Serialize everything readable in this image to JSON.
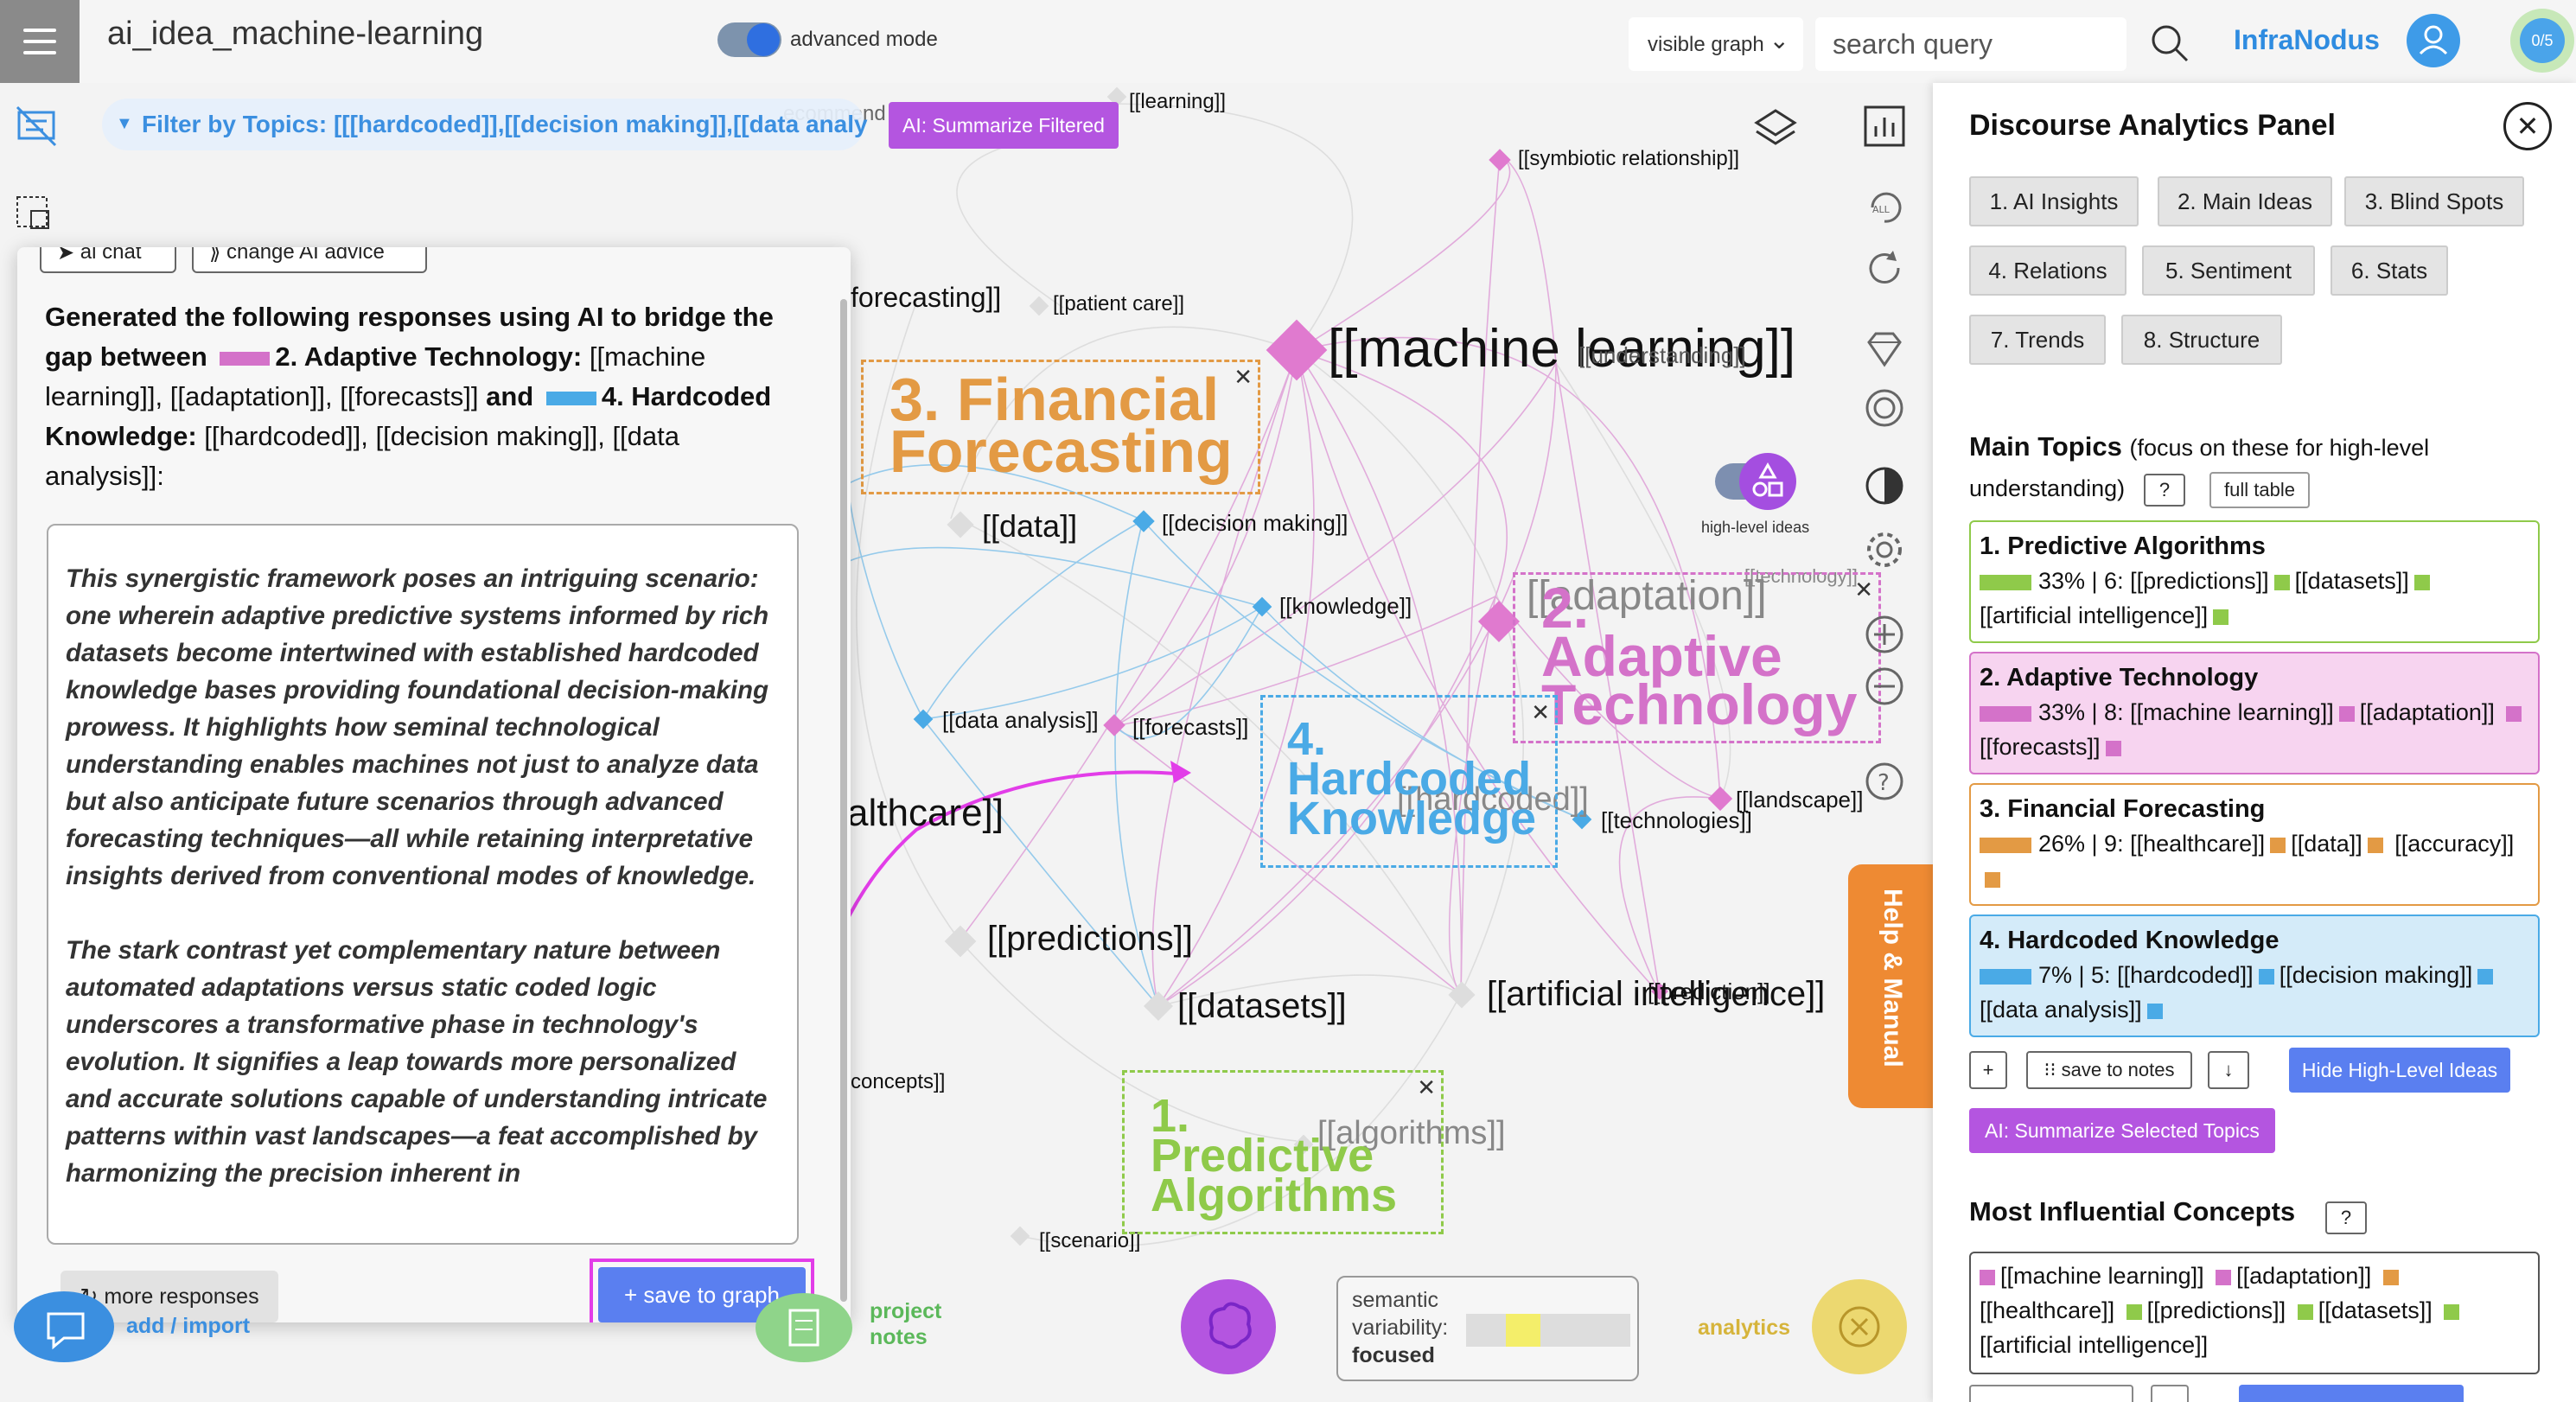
{
  "app": {
    "title": "ai_idea_machine-learning",
    "advanced_mode_label": "advanced mode",
    "graph_select": "visible graph",
    "search_placeholder": "search query",
    "brand": "InfraNodus",
    "counter": "0/5"
  },
  "filter": {
    "text": "Filter by Topics: [[[hardcoded]],[[decision making]],[[data analy",
    "ai_summarize_filtered": "AI: Summarize Filtered"
  },
  "graph": {
    "nodes": [
      {
        "label": "[[learning]]",
        "size": "sm"
      },
      {
        "label": "[[symbiotic relationship]]",
        "size": "sm"
      },
      {
        "label": "[[machine learning]]",
        "size": "xl"
      },
      {
        "label": "[[understanding]]",
        "size": "sm"
      },
      {
        "label": "[[patient care]]",
        "size": "sm"
      },
      {
        "label": "forecasting]]",
        "size": "md"
      },
      {
        "label": "[[data]]",
        "size": "md"
      },
      {
        "label": "[[decision making]]",
        "size": "sm"
      },
      {
        "label": "[[knowledge]]",
        "size": "sm"
      },
      {
        "label": "[[adaptation]]",
        "size": "lg"
      },
      {
        "label": "[[technology]]",
        "size": "xs"
      },
      {
        "label": "[[data analysis]]",
        "size": "sm"
      },
      {
        "label": "[[forecasts]]",
        "size": "sm"
      },
      {
        "label": "[[hardcoded]]",
        "size": "md"
      },
      {
        "label": "[[landscape]]",
        "size": "sm"
      },
      {
        "label": "[[technologies]]",
        "size": "sm"
      },
      {
        "label": "althcare]]",
        "size": "lg"
      },
      {
        "label": "[[predictions]]",
        "size": "md"
      },
      {
        "label": "[[datasets]]",
        "size": "md"
      },
      {
        "label": "[[artificial intelligence]]",
        "size": "md"
      },
      {
        "label": "[[prediction]]",
        "size": "sm"
      },
      {
        "label": "[[algorithms]]",
        "size": "md"
      },
      {
        "label": "concepts]]",
        "size": "sm"
      },
      {
        "label": "[[scenario]]",
        "size": "sm"
      },
      {
        "label": "ecommend",
        "size": "sm"
      }
    ],
    "clusters": [
      {
        "number": "3.",
        "name_line1": "Financial",
        "name_line2": "Forecasting",
        "color": "#e39a44"
      },
      {
        "number": "2.",
        "name_line1": "Adaptive",
        "name_line2": "Technology",
        "color": "#d472c9"
      },
      {
        "number": "4.",
        "name_line1": "Hardcoded",
        "name_line2": "Knowledge",
        "color": "#4aaae6"
      },
      {
        "number": "1.",
        "name_line1": "Predictive",
        "name_line2": "Algorithms",
        "color": "#8fca4a"
      }
    ],
    "high_level_ideas_label": "high-level ideas"
  },
  "chat": {
    "tab_ai_chat": "ai chat",
    "tab_change_advice": "change AI advice",
    "intro_prefix": "Generated the following responses using AI to bridge the gap between",
    "topic_a_label": "2. Adaptive Technology:",
    "topic_a_terms": "[[machine learning]], [[adaptation]], [[forecasts]]",
    "and_word": "and",
    "topic_b_label": "4. Hardcoded Knowledge:",
    "topic_b_terms": "[[hardcoded]], [[decision making]], [[data analysis]]:",
    "paragraph_1": "This synergistic framework poses an intriguing scenario: one wherein adaptive predictive systems informed by rich datasets become intertwined with established hardcoded knowledge bases providing foundational decision-making prowess. It highlights how seminal technological understanding enables machines not just to analyze data but also anticipate future scenarios through advanced forecasting techniques—all while retaining interpretative insights derived from conventional modes of knowledge.",
    "paragraph_2": "The stark contrast yet complementary nature between automated adaptations versus static coded logic underscores a transformative phase in technology's evolution. It signifies a leap towards more personalized and accurate solutions capable of understanding intricate patterns within vast landscapes—a feat accomplished by harmonizing the precision inherent in",
    "more_responses": "↻ more responses",
    "save_to_graph": "+ save to graph"
  },
  "bottom": {
    "add_import": "add / import",
    "project_notes_line1": "project",
    "project_notes_line2": "notes",
    "variability_label_line1": "semantic",
    "variability_label_line2": "variability:",
    "variability_value": "focused",
    "analytics": "analytics"
  },
  "help_tab": "Help & Manual",
  "panel": {
    "title": "Discourse Analytics Panel",
    "tabs": [
      "1. AI Insights",
      "2. Main Ideas",
      "3. Blind Spots",
      "4. Relations",
      "5. Sentiment",
      "6. Stats",
      "7. Trends",
      "8. Structure"
    ],
    "main_topics_title": "Main Topics",
    "main_topics_sub": "(focus on these for high-level understanding)",
    "help_q": "?",
    "full_table": "full table",
    "topics": [
      {
        "title": "1. Predictive Algorithms",
        "stats": "33% | 6:",
        "terms": [
          "[[predictions]]",
          "[[datasets]]",
          "[[artificial intelligence]]"
        ],
        "color": "#8fca4a",
        "bg": "#ffffff"
      },
      {
        "title": "2. Adaptive Technology",
        "stats": "33% | 8:",
        "terms": [
          "[[machine learning]]",
          "[[adaptation]]",
          "[[forecasts]]"
        ],
        "color": "#d472c9",
        "bg": "#f7d4f0"
      },
      {
        "title": "3. Financial Forecasting",
        "stats": "26% | 9:",
        "terms": [
          "[[healthcare]]",
          "[[data]]",
          "[[accuracy]]"
        ],
        "color": "#e39a44",
        "bg": "#ffffff"
      },
      {
        "title": "4. Hardcoded Knowledge",
        "stats": "7% | 5:",
        "terms": [
          "[[hardcoded]]",
          "[[decision making]]",
          "[[data analysis]]"
        ],
        "color": "#4aaae6",
        "bg": "#d4ebf9"
      }
    ],
    "plus_btn": "+",
    "save_to_notes": "save to notes",
    "down_btn": "↓",
    "hide_high_level": "Hide High-Level Ideas",
    "ai_summarize_selected": "AI: Summarize Selected Topics",
    "influential_title": "Most Influential Concepts",
    "influential": [
      {
        "term": "[[machine learning]]",
        "color": "#d472c9"
      },
      {
        "term": "[[adaptation]]",
        "color": "#d472c9"
      },
      {
        "term": "[[healthcare]]",
        "color": "#e39a44"
      },
      {
        "term": "[[predictions]]",
        "color": "#8fca4a"
      },
      {
        "term": "[[datasets]]",
        "color": "#8fca4a"
      },
      {
        "term": "[[artificial intelligence]]",
        "color": "#8fca4a"
      }
    ]
  }
}
